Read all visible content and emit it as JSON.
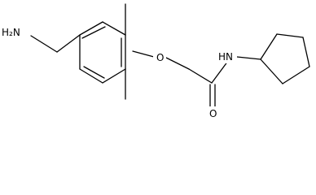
{
  "molecule": {
    "labels": {
      "amine": "H2N",
      "amine_subscript_style": "H₂N",
      "ether_oxygen": "O",
      "amide_nh": "HN",
      "carbonyl_oxygen": "O"
    }
  }
}
